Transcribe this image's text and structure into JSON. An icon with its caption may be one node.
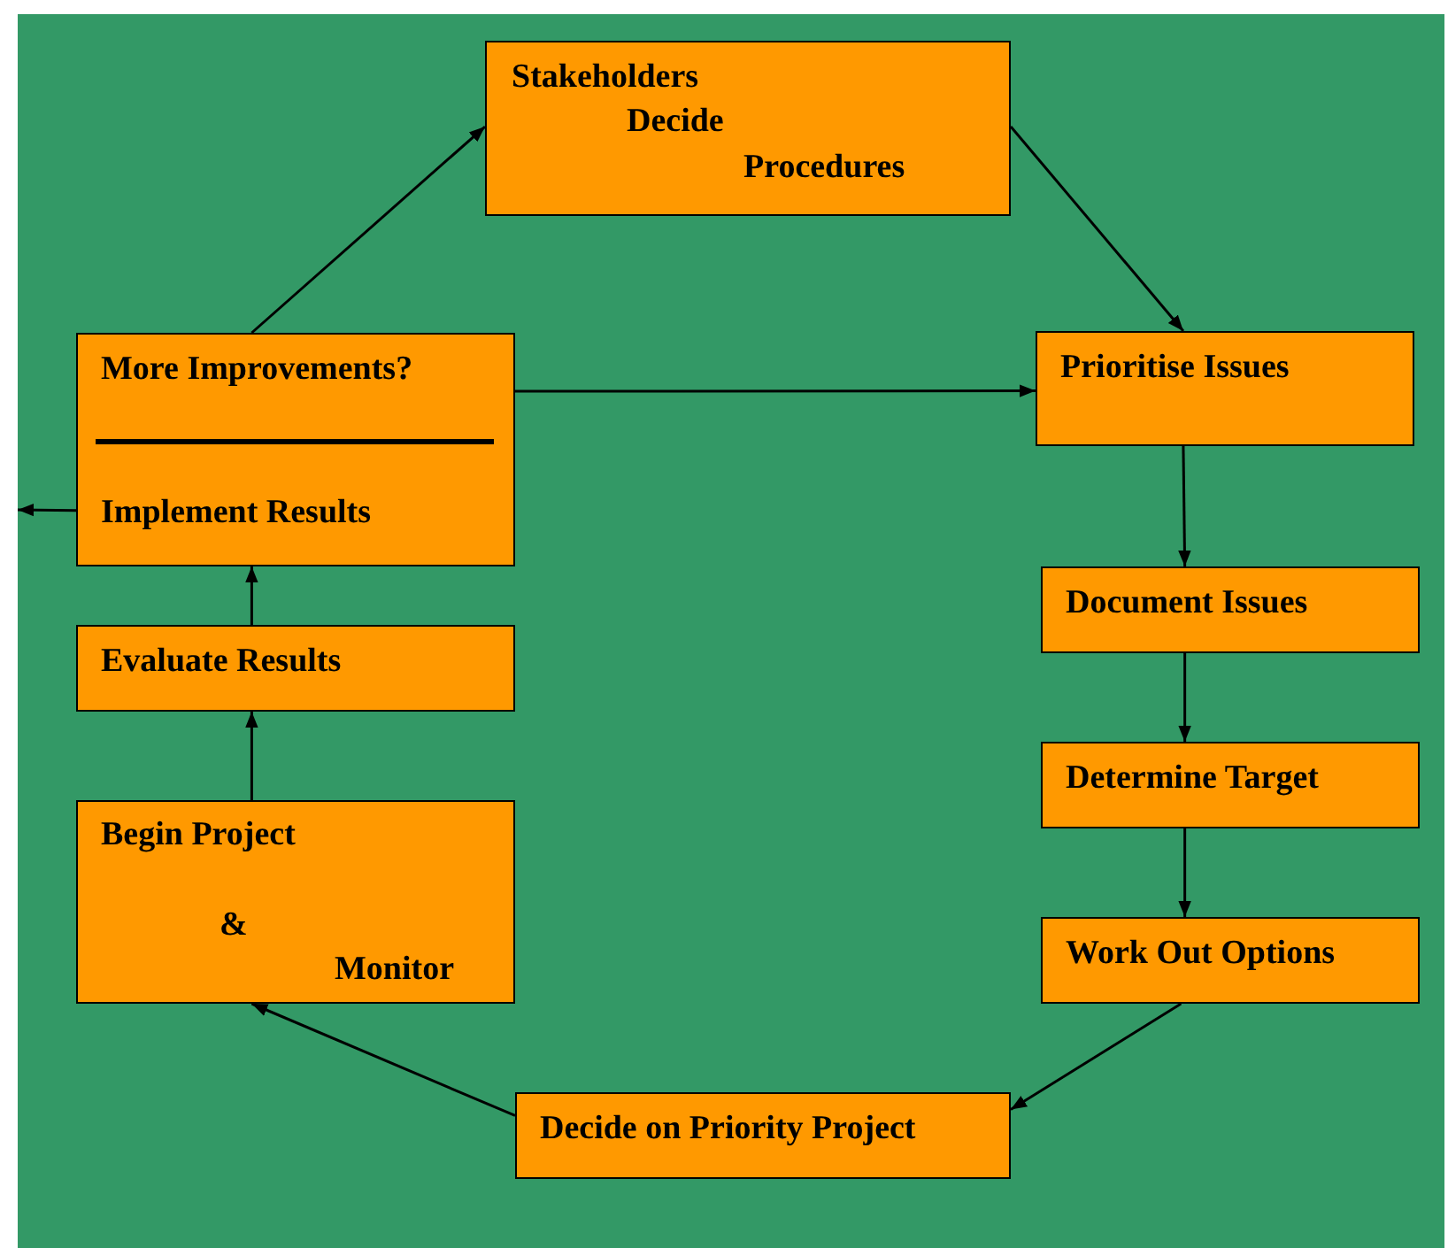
{
  "diagram": {
    "nodes": [
      {
        "text": [
          "Stakeholders",
          "Decide",
          "Procedures"
        ]
      },
      {
        "text": [
          "Prioritise Issues"
        ]
      },
      {
        "text": [
          "Document Issues"
        ]
      },
      {
        "text": [
          "Determine Target"
        ]
      },
      {
        "text": [
          "Work Out Options"
        ]
      },
      {
        "text": [
          "Decide on Priority Project"
        ]
      },
      {
        "text": [
          "Begin Project",
          "&",
          "Monitor"
        ]
      },
      {
        "text": [
          "Evaluate Results"
        ]
      },
      {
        "text": [
          "More Improvements?",
          "Implement Results"
        ]
      }
    ],
    "edges": [
      {
        "from": 8,
        "to": 0,
        "arrow": "to"
      },
      {
        "from": 0,
        "to": 1,
        "arrow": "to"
      },
      {
        "from": 8,
        "to": 1,
        "arrow": "to"
      },
      {
        "from": 1,
        "to": 2,
        "arrow": "to"
      },
      {
        "from": 2,
        "to": 3,
        "arrow": "to"
      },
      {
        "from": 3,
        "to": 4,
        "arrow": "to"
      },
      {
        "from": 4,
        "to": 5,
        "arrow": "to"
      },
      {
        "from": 5,
        "to": 6,
        "arrow": "to"
      },
      {
        "from": 6,
        "to": 7,
        "arrow": "to"
      },
      {
        "from": 7,
        "to": 8,
        "arrow": "to"
      },
      {
        "from": 8,
        "to": null,
        "arrow": "to"
      }
    ]
  }
}
